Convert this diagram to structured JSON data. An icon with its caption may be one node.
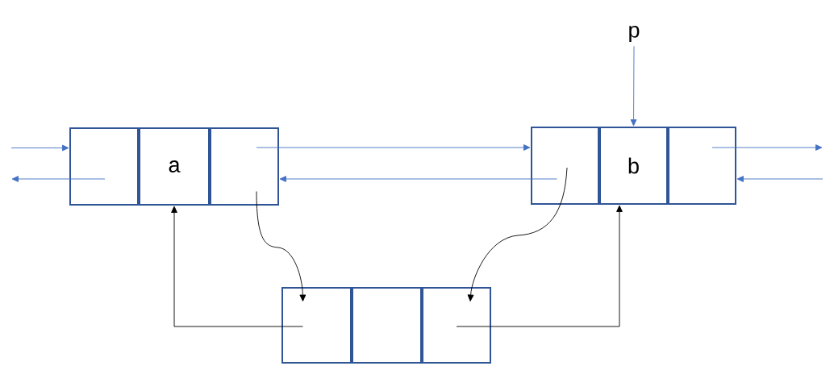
{
  "diagram": {
    "nodes": [
      {
        "text": [],
        "shape": "box"
      },
      {
        "text": [
          "a"
        ]
      },
      {
        "text": [],
        "shape": "box"
      },
      {
        "text": [],
        "shape": "box"
      },
      {
        "text": [
          "b"
        ]
      },
      {
        "text": [],
        "shape": "box"
      },
      {
        "text": [],
        "shape": "box"
      },
      {
        "text": [],
        "shape": "box"
      },
      {
        "text": [],
        "shape": "box"
      },
      {
        "text": [
          "p"
        ]
      }
    ],
    "edges": [
      {
        "from": null,
        "to": 0,
        "arrow": "to"
      },
      {
        "from": 0,
        "to": null,
        "arrow": "to"
      },
      {
        "from": 2,
        "to": 3,
        "arrow": "to"
      },
      {
        "from": 3,
        "to": 2,
        "arrow": "to"
      },
      {
        "from": 5,
        "to": null,
        "arrow": "to"
      },
      {
        "from": null,
        "to": 5,
        "arrow": "to"
      },
      {
        "from": 9,
        "to": 4,
        "arrow": "to"
      },
      {
        "from": 2,
        "to": 6,
        "arrow": "to",
        "color": "#000000"
      },
      {
        "from": 3,
        "to": 8,
        "arrow": "to",
        "color": "#000000"
      },
      {
        "from": 6,
        "to": 1,
        "arrow": "to",
        "color": "#000000"
      },
      {
        "from": 8,
        "to": 4,
        "arrow": "to",
        "color": "#000000"
      }
    ]
  }
}
